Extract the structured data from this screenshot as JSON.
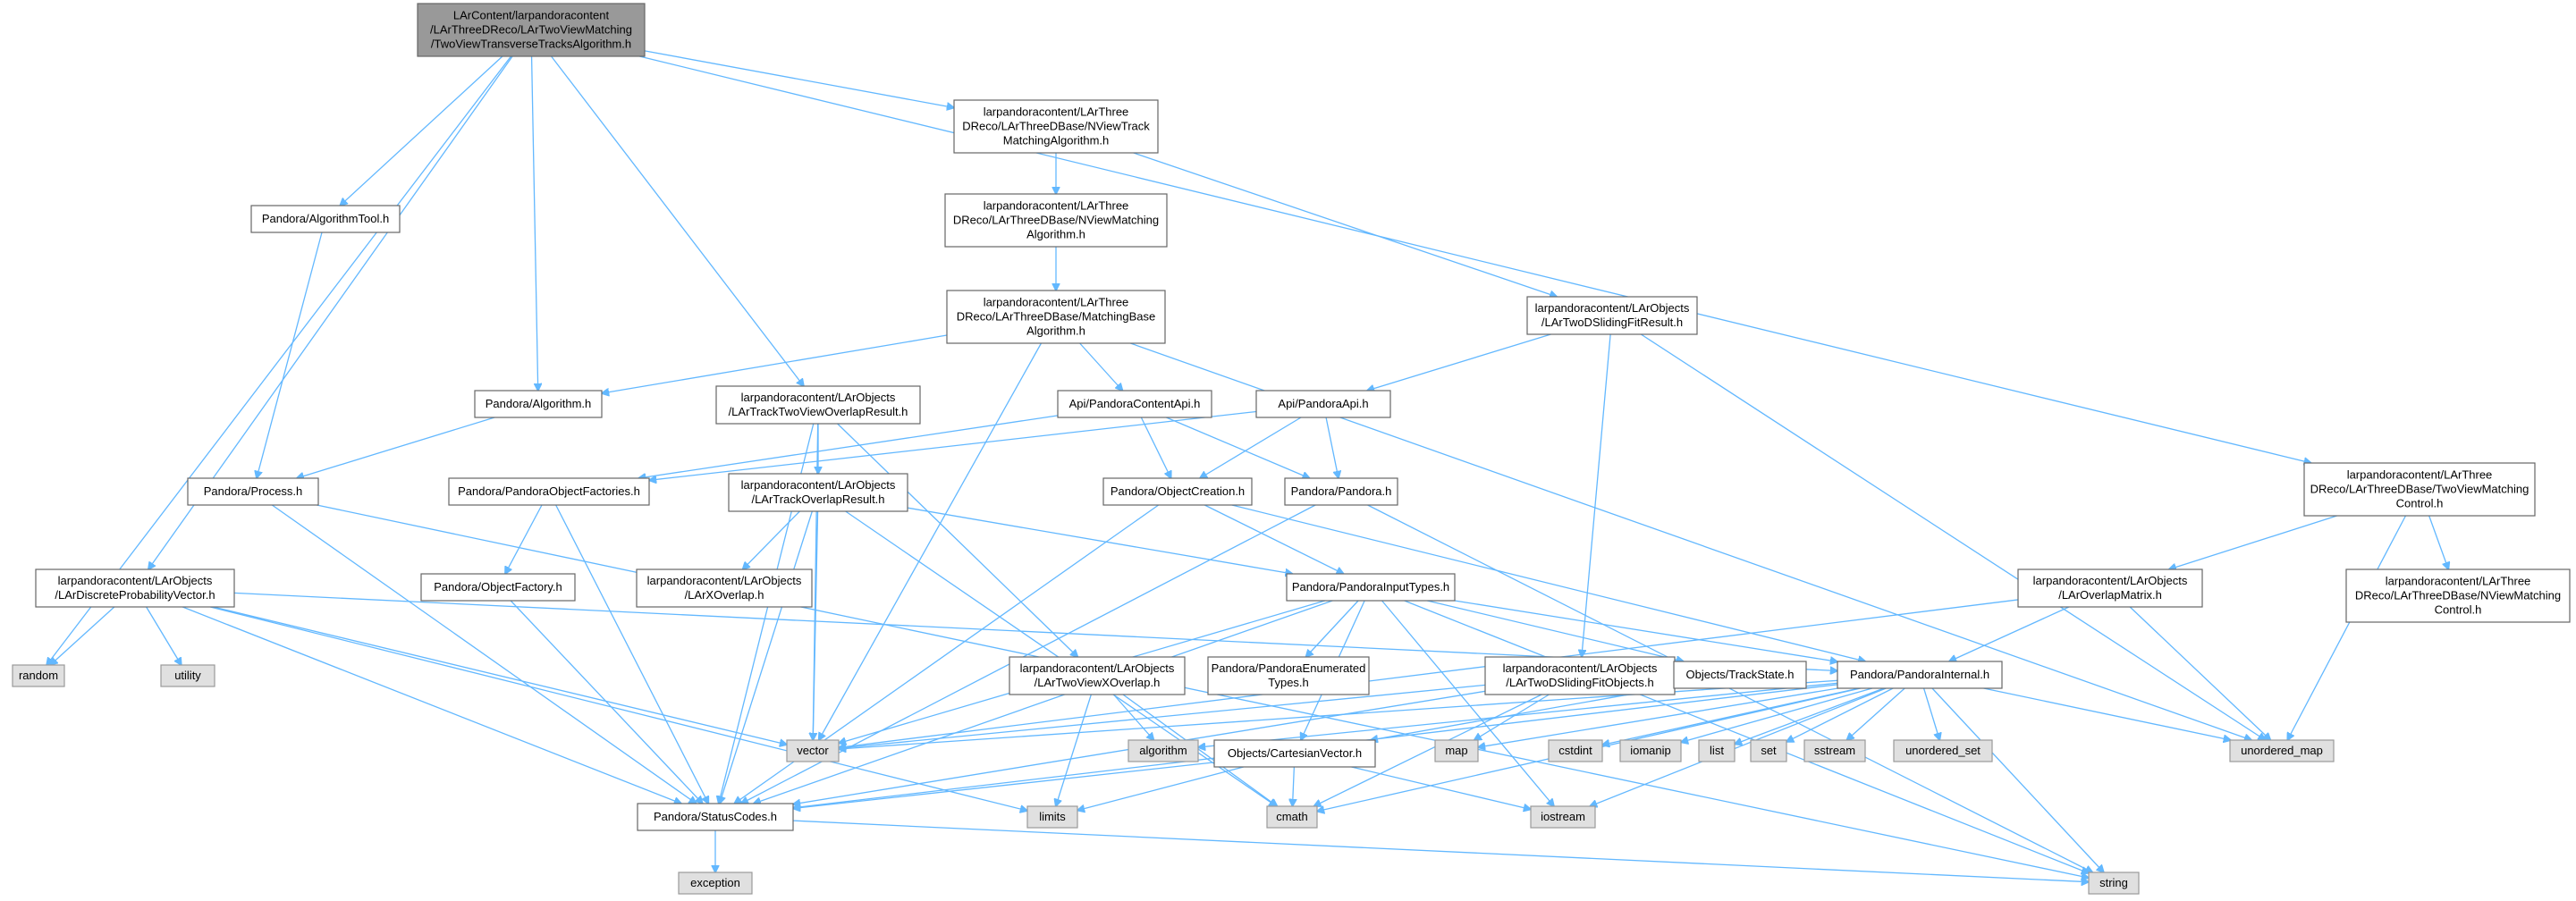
{
  "diagram": {
    "nodes": [
      {
        "id": "root",
        "lines": [
          "LArContent/larpandoracontent",
          "/LArThreeDReco/LArTwoViewMatching",
          "/TwoViewTransverseTracksAlgorithm.h"
        ],
        "kind": "root"
      },
      {
        "id": "nvtrack",
        "lines": [
          "larpandoracontent/LArThree",
          "DReco/LArThreeDBase/NViewTrack",
          "MatchingAlgorithm.h"
        ],
        "kind": "file"
      },
      {
        "id": "nvmatch",
        "lines": [
          "larpandoracontent/LArThree",
          "DReco/LArThreeDBase/NViewMatching",
          "Algorithm.h"
        ],
        "kind": "file"
      },
      {
        "id": "mbase",
        "lines": [
          "larpandoracontent/LArThree",
          "DReco/LArThreeDBase/MatchingBase",
          "Algorithm.h"
        ],
        "kind": "file"
      },
      {
        "id": "sfr",
        "lines": [
          "larpandoracontent/LArObjects",
          "/LArTwoDSlidingFitResult.h"
        ],
        "kind": "file"
      },
      {
        "id": "algtool",
        "lines": [
          "Pandora/AlgorithmTool.h"
        ],
        "kind": "file"
      },
      {
        "id": "alg",
        "lines": [
          "Pandora/Algorithm.h"
        ],
        "kind": "file"
      },
      {
        "id": "ttvor",
        "lines": [
          "larpandoracontent/LArObjects",
          "/LArTrackTwoViewOverlapResult.h"
        ],
        "kind": "file"
      },
      {
        "id": "pcapi",
        "lines": [
          "Api/PandoraContentApi.h"
        ],
        "kind": "file"
      },
      {
        "id": "papi",
        "lines": [
          "Api/PandoraApi.h"
        ],
        "kind": "file"
      },
      {
        "id": "tvmc",
        "lines": [
          "larpandoracontent/LArThree",
          "DReco/LArThreeDBase/TwoViewMatching",
          "Control.h"
        ],
        "kind": "file"
      },
      {
        "id": "process",
        "lines": [
          "Pandora/Process.h"
        ],
        "kind": "file"
      },
      {
        "id": "pof",
        "lines": [
          "Pandora/PandoraObjectFactories.h"
        ],
        "kind": "file"
      },
      {
        "id": "tor",
        "lines": [
          "larpandoracontent/LArObjects",
          "/LArTrackOverlapResult.h"
        ],
        "kind": "file"
      },
      {
        "id": "ocreate",
        "lines": [
          "Pandora/ObjectCreation.h"
        ],
        "kind": "file"
      },
      {
        "id": "pandora",
        "lines": [
          "Pandora/Pandora.h"
        ],
        "kind": "file"
      },
      {
        "id": "dpv",
        "lines": [
          "larpandoracontent/LArObjects",
          "/LArDiscreteProbabilityVector.h"
        ],
        "kind": "file"
      },
      {
        "id": "ofactory",
        "lines": [
          "Pandora/ObjectFactory.h"
        ],
        "kind": "file"
      },
      {
        "id": "xov",
        "lines": [
          "larpandoracontent/LArObjects",
          "/LArXOverlap.h"
        ],
        "kind": "file"
      },
      {
        "id": "pit",
        "lines": [
          "Pandora/PandoraInputTypes.h"
        ],
        "kind": "file"
      },
      {
        "id": "ovm",
        "lines": [
          "larpandoracontent/LArObjects",
          "/LArOverlapMatrix.h"
        ],
        "kind": "file"
      },
      {
        "id": "nvmc",
        "lines": [
          "larpandoracontent/LArThree",
          "DReco/LArThreeDBase/NViewMatching",
          "Control.h"
        ],
        "kind": "file"
      },
      {
        "id": "tvxo",
        "lines": [
          "larpandoracontent/LArObjects",
          "/LArTwoViewXOverlap.h"
        ],
        "kind": "file"
      },
      {
        "id": "penum",
        "lines": [
          "Pandora/PandoraEnumerated",
          "Types.h"
        ],
        "kind": "file"
      },
      {
        "id": "sfo",
        "lines": [
          "larpandoracontent/LArObjects",
          "/LArTwoDSlidingFitObjects.h"
        ],
        "kind": "file"
      },
      {
        "id": "tstate",
        "lines": [
          "Objects/TrackState.h"
        ],
        "kind": "file"
      },
      {
        "id": "pint",
        "lines": [
          "Pandora/PandoraInternal.h"
        ],
        "kind": "file"
      },
      {
        "id": "random",
        "lines": [
          "random"
        ],
        "kind": "sys"
      },
      {
        "id": "utility",
        "lines": [
          "utility"
        ],
        "kind": "sys"
      },
      {
        "id": "vector",
        "lines": [
          "vector"
        ],
        "kind": "sys"
      },
      {
        "id": "algorithm",
        "lines": [
          "algorithm"
        ],
        "kind": "sys"
      },
      {
        "id": "cvec",
        "lines": [
          "Objects/CartesianVector.h"
        ],
        "kind": "file"
      },
      {
        "id": "map",
        "lines": [
          "map"
        ],
        "kind": "sys"
      },
      {
        "id": "cstdint",
        "lines": [
          "cstdint"
        ],
        "kind": "sys"
      },
      {
        "id": "iomanip",
        "lines": [
          "iomanip"
        ],
        "kind": "sys"
      },
      {
        "id": "list",
        "lines": [
          "list"
        ],
        "kind": "sys"
      },
      {
        "id": "set",
        "lines": [
          "set"
        ],
        "kind": "sys"
      },
      {
        "id": "sstream",
        "lines": [
          "sstream"
        ],
        "kind": "sys"
      },
      {
        "id": "uset",
        "lines": [
          "unordered_set"
        ],
        "kind": "sys"
      },
      {
        "id": "umap",
        "lines": [
          "unordered_map"
        ],
        "kind": "sys"
      },
      {
        "id": "status",
        "lines": [
          "Pandora/StatusCodes.h"
        ],
        "kind": "file"
      },
      {
        "id": "limits",
        "lines": [
          "limits"
        ],
        "kind": "sys"
      },
      {
        "id": "cmath",
        "lines": [
          "cmath"
        ],
        "kind": "sys"
      },
      {
        "id": "iostream",
        "lines": [
          "iostream"
        ],
        "kind": "sys"
      },
      {
        "id": "exception",
        "lines": [
          "exception"
        ],
        "kind": "sys"
      },
      {
        "id": "string",
        "lines": [
          "string"
        ],
        "kind": "sys"
      }
    ],
    "edges": [
      [
        "root",
        "nvtrack"
      ],
      [
        "root",
        "algtool"
      ],
      [
        "root",
        "alg"
      ],
      [
        "root",
        "ttvor"
      ],
      [
        "root",
        "tvmc"
      ],
      [
        "root",
        "dpv"
      ],
      [
        "root",
        "random"
      ],
      [
        "nvtrack",
        "nvmatch"
      ],
      [
        "nvtrack",
        "sfr"
      ],
      [
        "nvmatch",
        "mbase"
      ],
      [
        "mbase",
        "alg"
      ],
      [
        "mbase",
        "pcapi"
      ],
      [
        "mbase",
        "vector"
      ],
      [
        "mbase",
        "umap"
      ],
      [
        "sfr",
        "papi"
      ],
      [
        "sfr",
        "sfo"
      ],
      [
        "sfr",
        "umap"
      ],
      [
        "algtool",
        "process"
      ],
      [
        "alg",
        "process"
      ],
      [
        "ttvor",
        "tor"
      ],
      [
        "ttvor",
        "tvxo"
      ],
      [
        "ttvor",
        "vector"
      ],
      [
        "ttvor",
        "status"
      ],
      [
        "pcapi",
        "pof"
      ],
      [
        "pcapi",
        "ocreate"
      ],
      [
        "pcapi",
        "pandora"
      ],
      [
        "papi",
        "ocreate"
      ],
      [
        "papi",
        "pandora"
      ],
      [
        "papi",
        "pof"
      ],
      [
        "tvmc",
        "ovm"
      ],
      [
        "tvmc",
        "nvmc"
      ],
      [
        "tvmc",
        "umap"
      ],
      [
        "process",
        "status"
      ],
      [
        "process",
        "string"
      ],
      [
        "pof",
        "ofactory"
      ],
      [
        "pof",
        "status"
      ],
      [
        "tor",
        "xov"
      ],
      [
        "tor",
        "pit"
      ],
      [
        "tor",
        "vector"
      ],
      [
        "tor",
        "status"
      ],
      [
        "tor",
        "cmath"
      ],
      [
        "ocreate",
        "pit"
      ],
      [
        "ocreate",
        "pint"
      ],
      [
        "ocreate",
        "status"
      ],
      [
        "pandora",
        "status"
      ],
      [
        "pandora",
        "string"
      ],
      [
        "dpv",
        "random"
      ],
      [
        "dpv",
        "utility"
      ],
      [
        "dpv",
        "vector"
      ],
      [
        "dpv",
        "status"
      ],
      [
        "dpv",
        "limits"
      ],
      [
        "dpv",
        "pint"
      ],
      [
        "ofactory",
        "status"
      ],
      [
        "pit",
        "penum"
      ],
      [
        "pit",
        "tstate"
      ],
      [
        "pit",
        "cvec"
      ],
      [
        "pit",
        "pint"
      ],
      [
        "pit",
        "vector"
      ],
      [
        "pit",
        "status"
      ],
      [
        "pit",
        "string"
      ],
      [
        "pit",
        "iostream"
      ],
      [
        "ovm",
        "pint"
      ],
      [
        "ovm",
        "vector"
      ],
      [
        "ovm",
        "umap"
      ],
      [
        "tvxo",
        "algorithm"
      ],
      [
        "tvxo",
        "cmath"
      ],
      [
        "tvxo",
        "limits"
      ],
      [
        "sfo",
        "vector"
      ],
      [
        "sfo",
        "map"
      ],
      [
        "sfo",
        "cmath"
      ],
      [
        "sfo",
        "status"
      ],
      [
        "tstate",
        "cvec"
      ],
      [
        "pint",
        "vector"
      ],
      [
        "pint",
        "algorithm"
      ],
      [
        "pint",
        "map"
      ],
      [
        "pint",
        "cstdint"
      ],
      [
        "pint",
        "iomanip"
      ],
      [
        "pint",
        "list"
      ],
      [
        "pint",
        "set"
      ],
      [
        "pint",
        "sstream"
      ],
      [
        "pint",
        "uset"
      ],
      [
        "pint",
        "umap"
      ],
      [
        "pint",
        "string"
      ],
      [
        "pint",
        "cmath"
      ],
      [
        "pint",
        "iostream"
      ],
      [
        "pint",
        "status"
      ],
      [
        "cvec",
        "cmath"
      ],
      [
        "cvec",
        "iostream"
      ],
      [
        "cvec",
        "status"
      ],
      [
        "cvec",
        "limits"
      ],
      [
        "status",
        "exception"
      ],
      [
        "status",
        "string"
      ]
    ]
  }
}
